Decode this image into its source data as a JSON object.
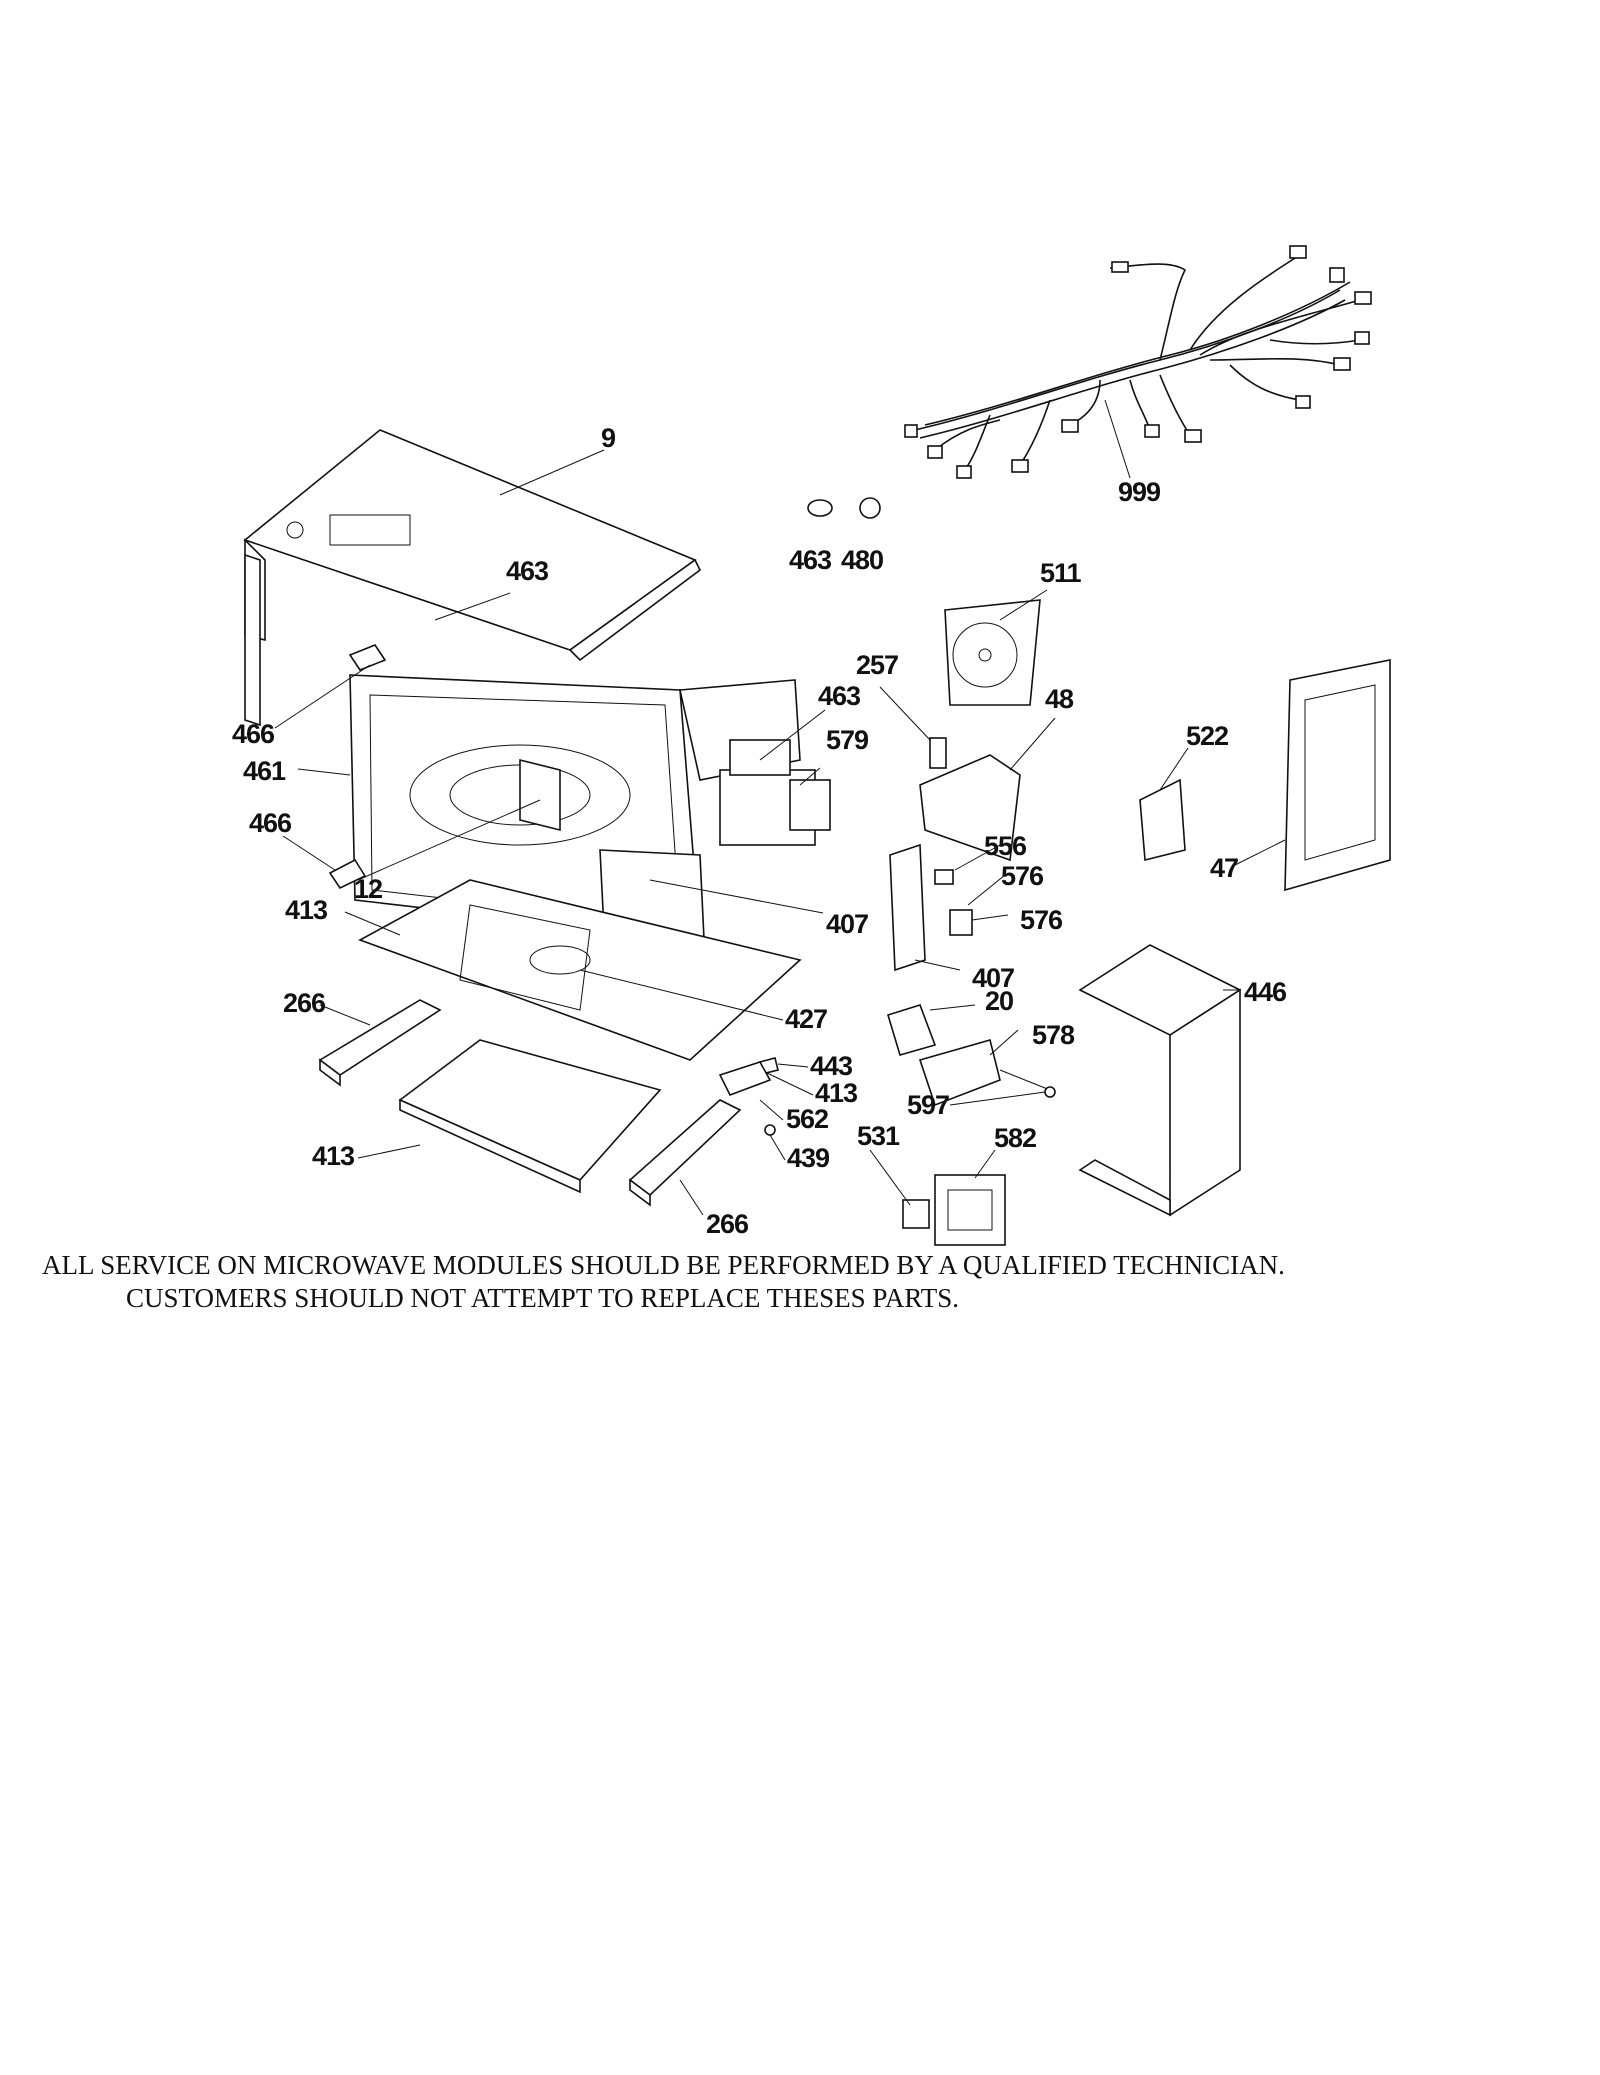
{
  "parts": {
    "p_9": "9",
    "p_999": "999",
    "p_463_a": "463",
    "p_480": "480",
    "p_463_b": "463",
    "p_511": "511",
    "p_257": "257",
    "p_463_c": "463",
    "p_48": "48",
    "p_579": "579",
    "p_466_a": "466",
    "p_461": "461",
    "p_522": "522",
    "p_466_b": "466",
    "p_556": "556",
    "p_576_a": "576",
    "p_47": "47",
    "p_12": "12",
    "p_413_a": "413",
    "p_576_b": "576",
    "p_407_a": "407",
    "p_407_b": "407",
    "p_446": "446",
    "p_266_a": "266",
    "p_20": "20",
    "p_427": "427",
    "p_578": "578",
    "p_443": "443",
    "p_413_b": "413",
    "p_597": "597",
    "p_562": "562",
    "p_531": "531",
    "p_582": "582",
    "p_413_c": "413",
    "p_439": "439",
    "p_266_b": "266"
  },
  "notice": {
    "line1": "ALL SERVICE ON MICROWAVE MODULES SHOULD BE PERFORMED BY A QUALIFIED TECHNICIAN.",
    "line2": "CUSTOMERS SHOULD NOT ATTEMPT TO REPLACE THESES PARTS."
  }
}
